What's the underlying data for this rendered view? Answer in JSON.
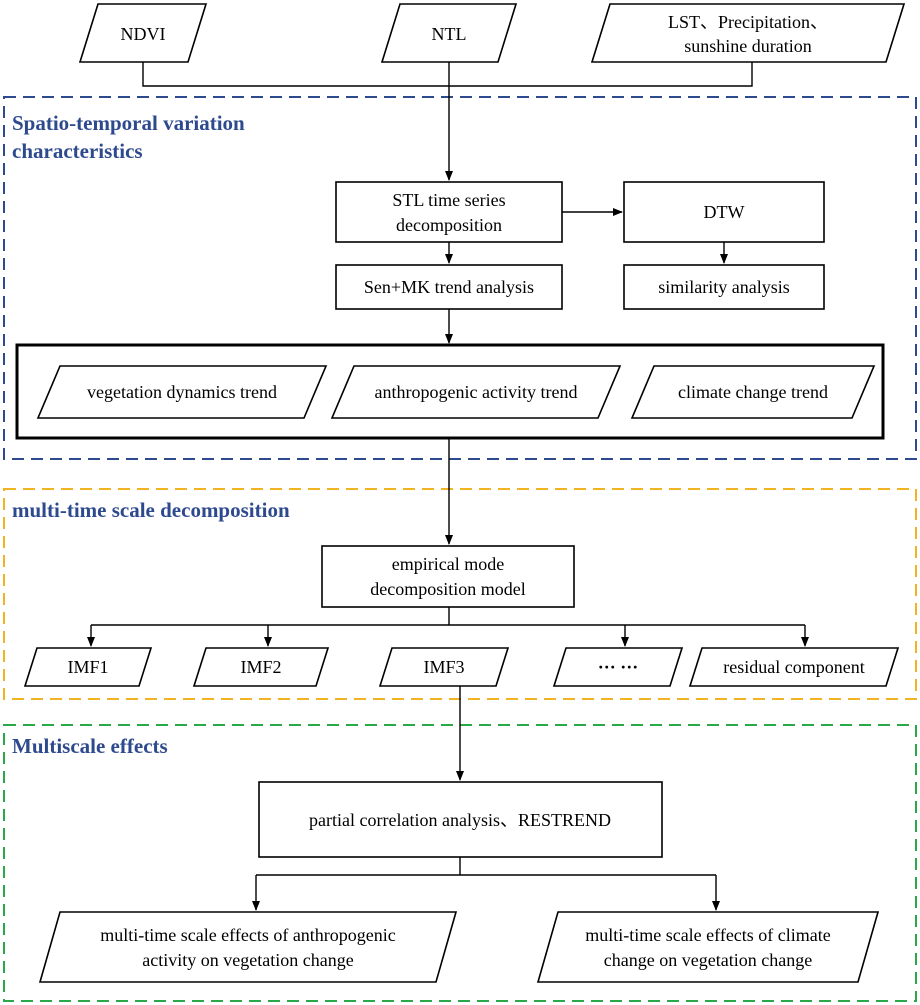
{
  "inputs": {
    "ndvi": "NDVI",
    "ntl": "NTL",
    "climate": [
      "LST、Precipitation、",
      "sunshine duration"
    ]
  },
  "sections": {
    "spatio": {
      "title": [
        "Spatio-temporal variation",
        "characteristics"
      ],
      "color": "#2e4a8e"
    },
    "multi": {
      "title": "multi-time scale decomposition",
      "color": "#f0b323"
    },
    "effects": {
      "title": "Multiscale effects",
      "color": "#2aa84a"
    }
  },
  "steps": {
    "stl": [
      "STL time series",
      "decomposition"
    ],
    "dtw": "DTW",
    "sen": "Sen+MK trend analysis",
    "similarity": "similarity analysis",
    "emd": [
      "empirical mode",
      "decomposition model"
    ],
    "pca": "partial correlation analysis、RESTREND"
  },
  "trends": [
    "vegetation dynamics trend",
    "anthropogenic activity trend",
    "climate change trend"
  ],
  "imfs": [
    "IMF1",
    "IMF2",
    "IMF3",
    "··· ···",
    "residual component"
  ],
  "outputs": {
    "anthro": [
      "multi-time scale effects of anthropogenic",
      "activity on vegetation change"
    ],
    "climate": [
      "multi-time scale effects of climate",
      "change on vegetation change"
    ]
  }
}
